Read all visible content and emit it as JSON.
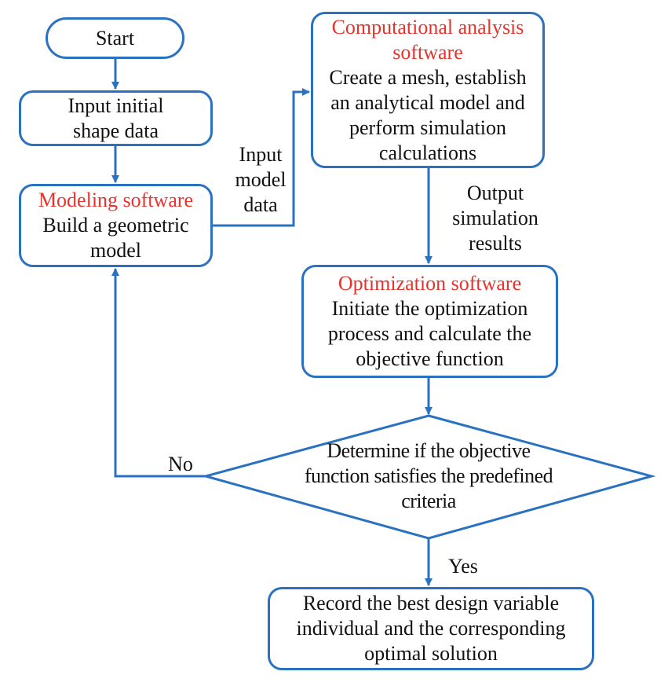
{
  "colors": {
    "stroke": "#2a72bf",
    "title": "#e8322c",
    "text": "#111111",
    "background": "#ffffff"
  },
  "nodes": {
    "start": {
      "text": "Start"
    },
    "input_shape": {
      "line1": "Input initial",
      "line2": "shape data"
    },
    "modeling": {
      "title": "Modeling software",
      "line1": "Build a geometric",
      "line2": "model"
    },
    "computational": {
      "title1": "Computational analysis",
      "title2": "software",
      "line1": "Create a mesh, establish",
      "line2": "an analytical model and",
      "line3": "perform simulation",
      "line4": "calculations"
    },
    "optimization": {
      "title": "Optimization software",
      "line1": "Initiate the optimization",
      "line2": "process and calculate the",
      "line3": "objective function"
    },
    "decision": {
      "line1": "Determine if the objective",
      "line2": "function satisfies the predefined",
      "line3": "criteria"
    },
    "record": {
      "line1": "Record the best design variable",
      "line2": "individual and the corresponding",
      "line3": "optimal solution"
    }
  },
  "edge_labels": {
    "input_model_data": {
      "line1": "Input",
      "line2": "model",
      "line3": "data"
    },
    "output_simulation": {
      "line1": "Output",
      "line2": "simulation",
      "line3": "results"
    },
    "no": "No",
    "yes": "Yes"
  }
}
